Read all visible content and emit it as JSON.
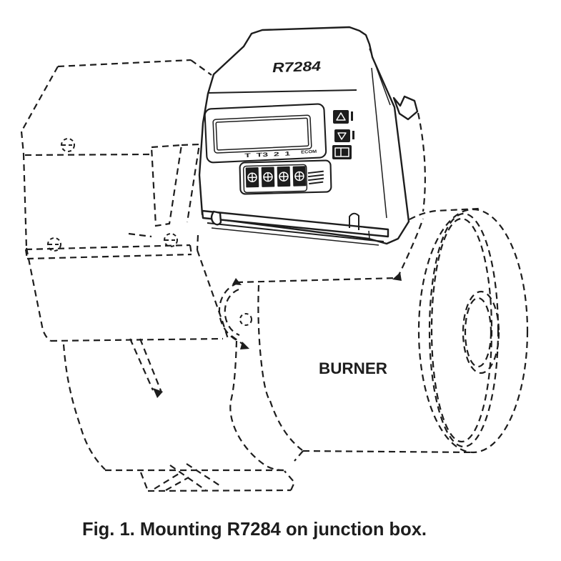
{
  "figure": {
    "caption": "Fig. 1. Mounting R7284 on junction box.",
    "burner_label": "BURNER",
    "control": {
      "model_label": "R7284",
      "display_terminal_labels": "T  T3  2  1",
      "display_port_label": "ECOM",
      "button_icons": [
        "up-arrow-icon",
        "down-arrow-icon",
        "display-mode-icon"
      ],
      "terminal_screw_count": 4
    },
    "colors": {
      "line": "#1d1d1d",
      "background": "#ffffff"
    }
  }
}
